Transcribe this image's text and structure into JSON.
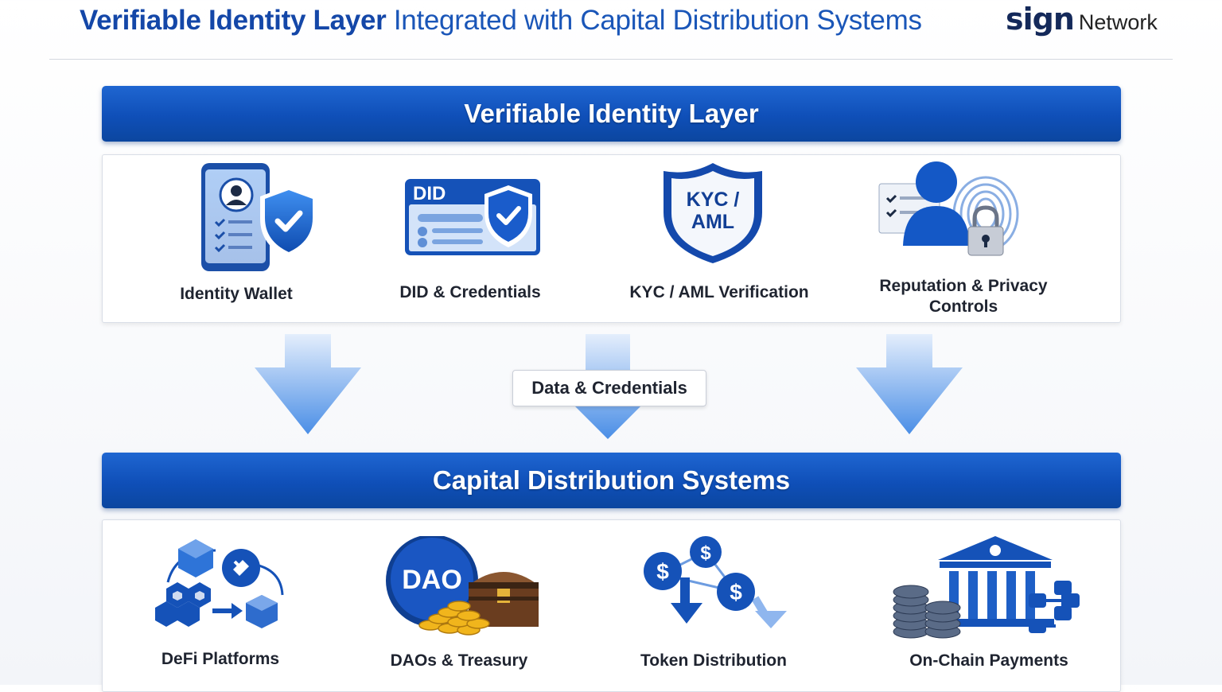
{
  "header": {
    "title_bold": "Verifiable Identity Layer",
    "title_rest": "Integrated with Capital Distribution Systems",
    "brand_logo": "sign",
    "brand_suffix": "Network"
  },
  "identity_layer": {
    "band_label": "Verifiable Identity Layer",
    "items": [
      {
        "label": "Identity Wallet",
        "icon": "phone-id-shield-icon"
      },
      {
        "label": "DID & Credentials",
        "icon": "did-card-shield-icon",
        "icon_text": "DID"
      },
      {
        "label": "KYC / AML Verification",
        "icon": "kyc-shield-icon",
        "icon_text_1": "KYC /",
        "icon_text_2": "AML"
      },
      {
        "label_line1": "Reputation & Privacy",
        "label_line2": "Controls",
        "icon": "user-fingerprint-lock-icon"
      }
    ]
  },
  "connector": {
    "label": "Data & Credentials"
  },
  "capital_layer": {
    "band_label": "Capital Distribution Systems",
    "items": [
      {
        "label": "DeFi Platforms",
        "icon": "defi-blocks-icon"
      },
      {
        "label": "DAOs & Treasury",
        "icon": "dao-treasure-icon",
        "icon_text": "DAO"
      },
      {
        "label": "Token Distribution",
        "icon": "dollar-network-icon",
        "icon_text": "$"
      },
      {
        "label": "On-Chain Payments",
        "icon": "bank-coins-icon"
      }
    ]
  },
  "colors": {
    "primary_blue": "#1456c0",
    "dark_blue": "#0b469f",
    "gold": "#e8a817"
  }
}
